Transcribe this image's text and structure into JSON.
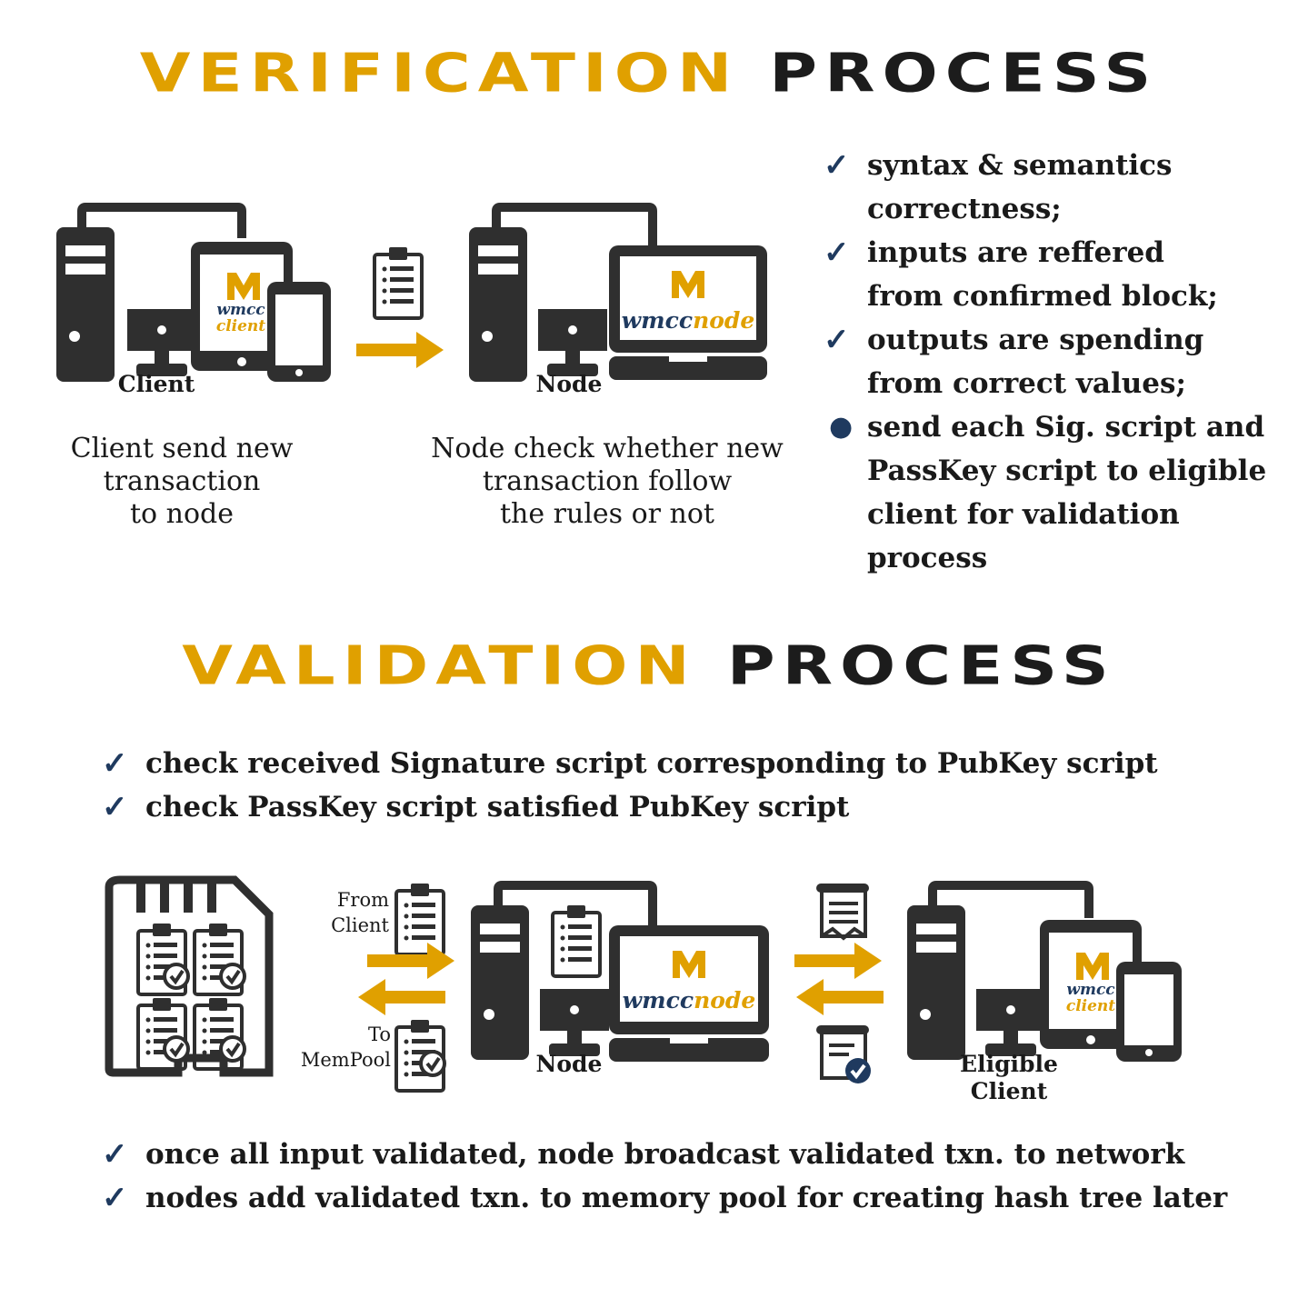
{
  "verification": {
    "title_accent": "VERIFICATION",
    "title_rest": "PROCESS",
    "client_label": "Client",
    "node_label": "Node",
    "client_caption": [
      "Client send new",
      "transaction",
      "to node"
    ],
    "node_caption": [
      "Node check whether new",
      "transaction follow",
      "the rules or not"
    ],
    "rules": [
      {
        "marker": "check",
        "lines": [
          "syntax & semantics",
          "correctness;"
        ]
      },
      {
        "marker": "check",
        "lines": [
          "inputs are reffered",
          "from confirmed block;"
        ]
      },
      {
        "marker": "check",
        "lines": [
          "outputs are spending",
          "from correct values;"
        ]
      },
      {
        "marker": "bullet",
        "lines": [
          "send each Sig. script and",
          "PassKey script to eligible",
          "client for validation",
          "process"
        ]
      }
    ]
  },
  "validation": {
    "title_accent": "VALIDATION",
    "title_rest": "PROCESS",
    "checks_top": [
      "check received Signature script corresponding to PubKey script",
      "check PassKey script satisfied PubKey script"
    ],
    "from_client": [
      "From",
      "Client"
    ],
    "to_mempool": [
      "To",
      "MemPool"
    ],
    "node_label": "Node",
    "eligible_label": [
      "Eligible",
      "Client"
    ],
    "checks_bottom": [
      "once all input validated, node broadcast validated txn. to network",
      "nodes add validated txn. to memory pool for creating hash tree later"
    ]
  },
  "brand": {
    "client_a": "wmcc",
    "client_b": "client",
    "node_a": "wmcc",
    "node_b": "node"
  },
  "icons": {
    "check": "check-icon",
    "bullet": "bullet-icon",
    "clipboard": "clipboard-icon",
    "arrow": "arrow-icon",
    "sd_card": "memory-card-icon",
    "scroll": "document-scroll-icon",
    "computer": "desktop-computer-icon",
    "laptop": "laptop-icon",
    "tablet": "tablet-icon",
    "phone": "phone-icon",
    "logo": "wmcc-logo-icon"
  },
  "colors": {
    "gold": "#e0a000",
    "dark": "#2f2f2f",
    "navy": "#1f3a5f"
  }
}
